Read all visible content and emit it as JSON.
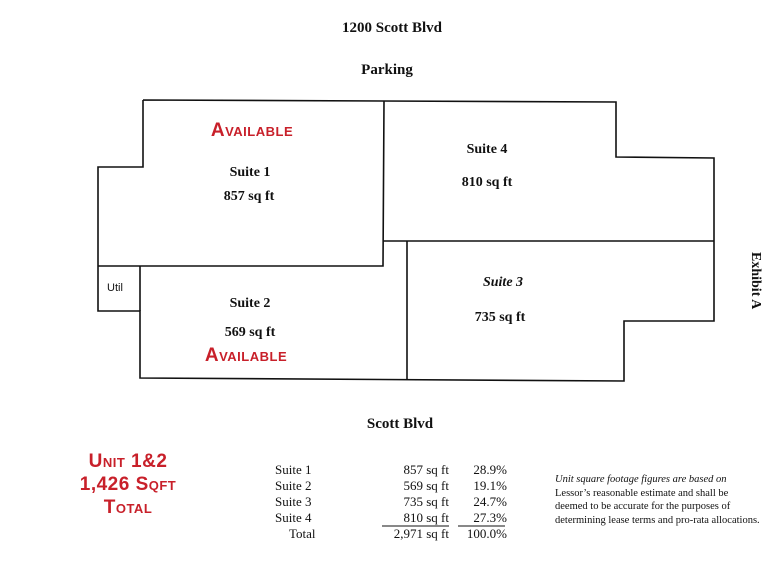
{
  "title": "1200 Scott Blvd",
  "top_label": "Parking",
  "bottom_label": "Scott Blvd",
  "side_label": "Exhibit A",
  "suites": [
    {
      "name": "Suite 1",
      "area": "857 sq ft",
      "status": "Available"
    },
    {
      "name": "Suite 2",
      "area": "569 sq ft",
      "status": "Available"
    },
    {
      "name": "Suite 3",
      "area": "735 sq ft"
    },
    {
      "name": "Suite 4",
      "area": "810 sq ft"
    }
  ],
  "util_label": "Util",
  "promo": {
    "line1": "Unit 1&2",
    "line2": "1,426 Sqft",
    "line3": "Total"
  },
  "table": {
    "rows": [
      {
        "name": "Suite 1",
        "area": "857 sq ft",
        "pct": "28.9%"
      },
      {
        "name": "Suite 2",
        "area": "569 sq ft",
        "pct": "19.1%"
      },
      {
        "name": "Suite 3",
        "area": "735 sq ft",
        "pct": "24.7%"
      },
      {
        "name": "Suite 4",
        "area": "810 sq ft",
        "pct": "27.3%"
      }
    ],
    "total": {
      "name": "Total",
      "area": "2,971 sq ft",
      "pct": "100.0%"
    }
  },
  "note_italic": "Unit square footage figures are based on",
  "note_rest": "Lessor’s reasonable estimate and shall be deemed to be accurate for the purposes of determining lease terms and pro-rata allocations.",
  "colors": {
    "available": "#c8202a",
    "lines": "#111111"
  }
}
